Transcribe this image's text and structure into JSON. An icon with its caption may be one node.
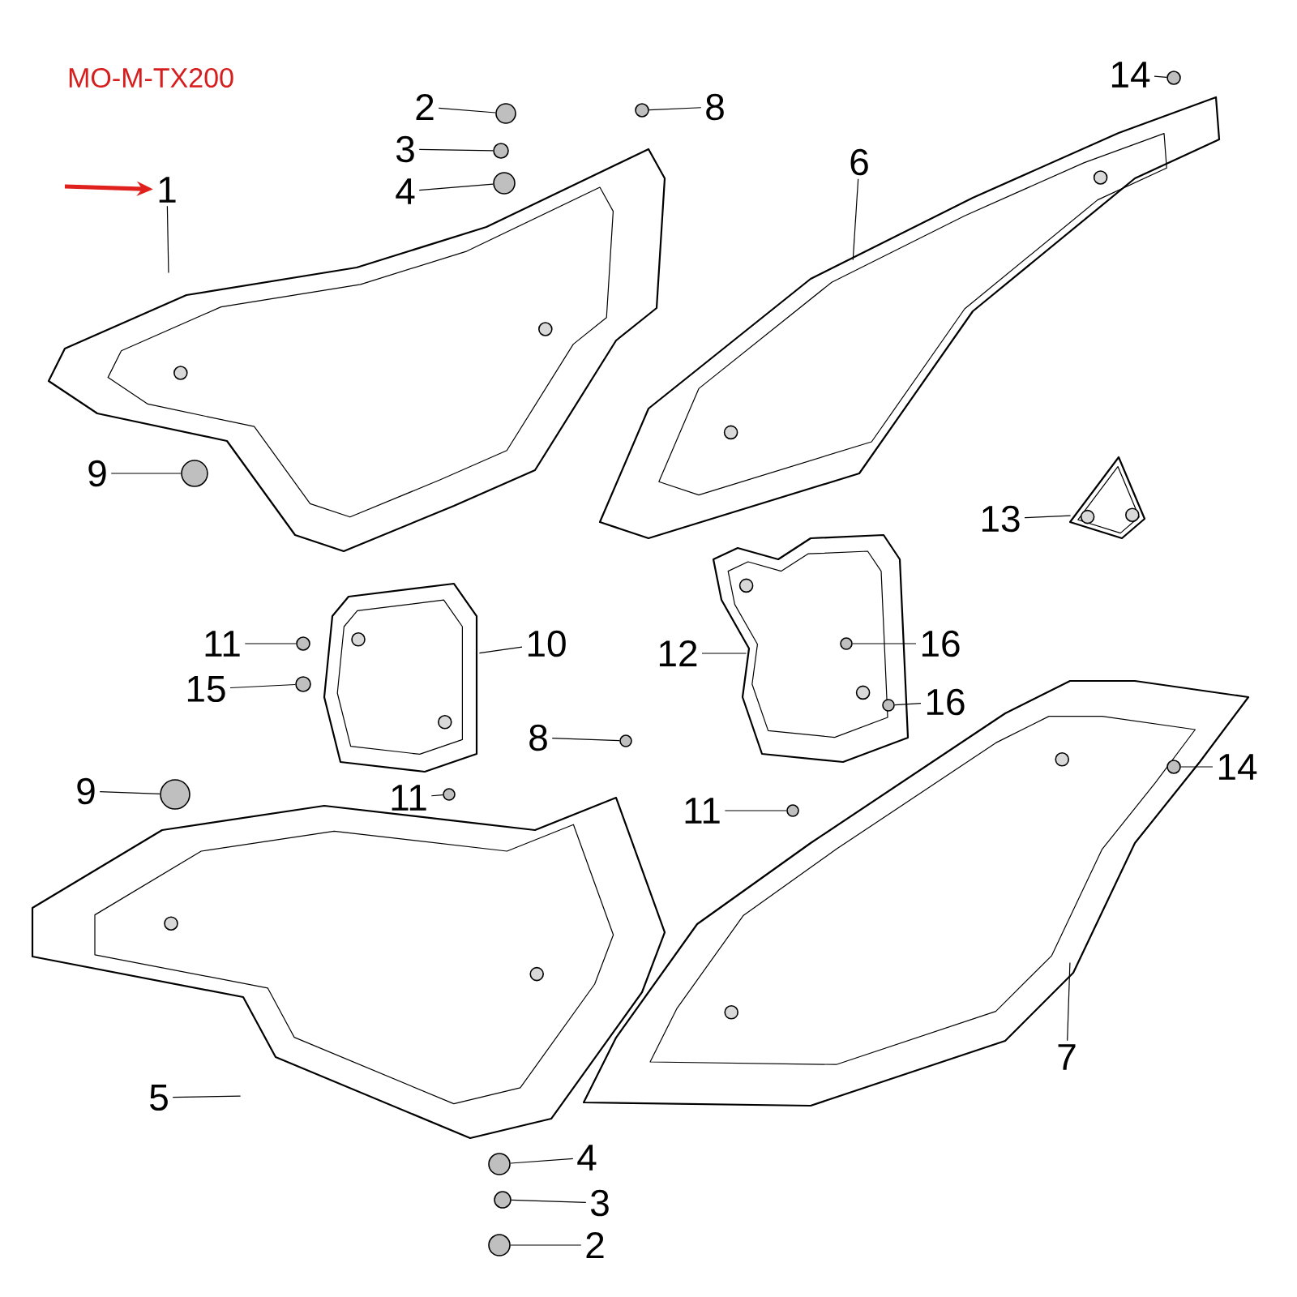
{
  "diagram": {
    "nodes": [
      {
        "text": [
          "1"
        ]
      },
      {
        "text": [],
        "shape": "picture"
      },
      {
        "text": [
          "2"
        ]
      },
      {
        "text": [],
        "shape": "circle"
      },
      {
        "text": [
          "3"
        ]
      },
      {
        "text": [],
        "shape": "circle"
      },
      {
        "text": [
          "4"
        ]
      },
      {
        "text": [],
        "shape": "circle"
      },
      {
        "text": [
          "8"
        ]
      },
      {
        "text": [],
        "shape": "circle"
      },
      {
        "text": [
          "14"
        ]
      },
      {
        "text": [],
        "shape": "circle"
      },
      {
        "text": [
          "6"
        ]
      },
      {
        "text": [],
        "shape": "picture"
      },
      {
        "text": [
          "9"
        ]
      },
      {
        "text": [],
        "shape": "circle"
      },
      {
        "text": [
          "13"
        ]
      },
      {
        "text": [],
        "shape": "picture"
      },
      {
        "text": [
          "11"
        ]
      },
      {
        "text": [],
        "shape": "circle"
      },
      {
        "text": [
          "15"
        ]
      },
      {
        "text": [],
        "shape": "circle"
      },
      {
        "text": [
          "10"
        ]
      },
      {
        "text": [],
        "shape": "picture"
      },
      {
        "text": [
          "12"
        ]
      },
      {
        "text": [],
        "shape": "picture"
      },
      {
        "text": [
          "16"
        ]
      },
      {
        "text": [],
        "shape": "circle",
        "in": 25
      },
      {
        "text": [
          "16"
        ]
      },
      {
        "text": [],
        "shape": "circle",
        "in": 25
      },
      {
        "text": [
          "8"
        ]
      },
      {
        "text": [],
        "shape": "circle"
      },
      {
        "text": [
          "9"
        ]
      },
      {
        "text": [],
        "shape": "circle"
      },
      {
        "text": [
          "11"
        ]
      },
      {
        "text": [],
        "shape": "circle"
      },
      {
        "text": [
          "11"
        ]
      },
      {
        "text": [],
        "shape": "circle"
      },
      {
        "text": [
          "14"
        ]
      },
      {
        "text": [],
        "shape": "circle",
        "in": 41
      },
      {
        "text": [
          "7"
        ]
      },
      {
        "text": [],
        "shape": "picture"
      },
      {
        "text": [
          "5"
        ]
      },
      {
        "text": [],
        "shape": "picture"
      },
      {
        "text": [
          "4"
        ]
      },
      {
        "text": [],
        "shape": "circle"
      },
      {
        "text": [
          "3"
        ]
      },
      {
        "text": [],
        "shape": "circle"
      },
      {
        "text": [
          "2"
        ]
      },
      {
        "text": [],
        "shape": "circle"
      }
    ],
    "edges": [
      {
        "from": 0,
        "to": 1,
        "arrow": "none"
      },
      {
        "from": 2,
        "to": 3,
        "arrow": "none"
      },
      {
        "from": 4,
        "to": 5,
        "arrow": "none"
      },
      {
        "from": 6,
        "to": 7,
        "arrow": "none"
      },
      {
        "from": 8,
        "to": 9,
        "arrow": "none"
      },
      {
        "from": 10,
        "to": 11,
        "arrow": "none"
      },
      {
        "from": 12,
        "to": 13,
        "arrow": "none"
      },
      {
        "from": 14,
        "to": 15,
        "arrow": "none"
      },
      {
        "from": 16,
        "to": 17,
        "arrow": "none"
      },
      {
        "from": 18,
        "to": 19,
        "arrow": "none"
      },
      {
        "from": 20,
        "to": 21,
        "arrow": "none"
      },
      {
        "from": 22,
        "to": 23,
        "arrow": "none"
      },
      {
        "from": 24,
        "to": 25,
        "arrow": "none"
      },
      {
        "from": 26,
        "to": 27,
        "arrow": "none"
      },
      {
        "from": 28,
        "to": 29,
        "arrow": "none"
      },
      {
        "from": 30,
        "to": 31,
        "arrow": "none"
      },
      {
        "from": 32,
        "to": 33,
        "arrow": "none"
      },
      {
        "from": 34,
        "to": 35,
        "arrow": "none"
      },
      {
        "from": 36,
        "to": 37,
        "arrow": "none"
      },
      {
        "from": 38,
        "to": 39,
        "arrow": "none"
      },
      {
        "from": 40,
        "to": 41,
        "arrow": "none"
      },
      {
        "from": 42,
        "to": 43,
        "arrow": "none"
      },
      {
        "from": 44,
        "to": 45,
        "arrow": "none"
      },
      {
        "from": 46,
        "to": 47,
        "arrow": "none"
      },
      {
        "from": 48,
        "to": 49,
        "arrow": "none"
      },
      {
        "from": null,
        "to": 0,
        "arrow": "to",
        "style": "thick",
        "color": "#e0201c"
      }
    ],
    "labels": [
      "MO-M-TX200"
    ]
  }
}
